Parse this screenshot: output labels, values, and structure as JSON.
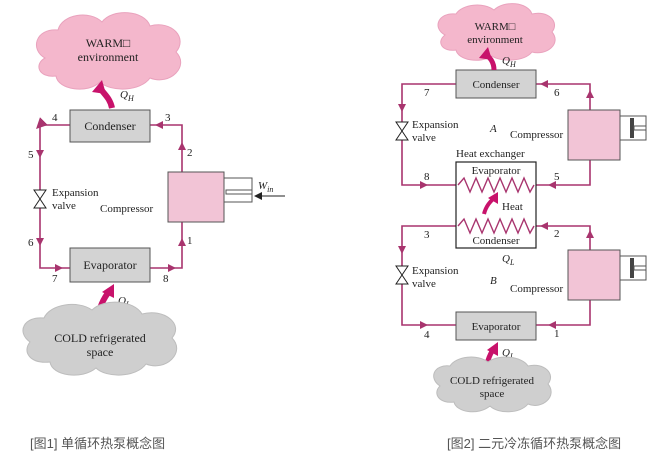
{
  "colors": {
    "pipe": "#a8346e",
    "box_fill": "#d3d3d3",
    "compressor_fill": "#f2c4d6",
    "warm_cloud": "#f4b7cc",
    "cold_cloud": "#cfcfcf",
    "heat_arrow": "#c8126b"
  },
  "fig1": {
    "warm_label_1": "WARM□",
    "warm_label_2": "environment",
    "qh": "Q",
    "qh_sub": "H",
    "condenser": "Condenser",
    "expansion_1": "Expansion",
    "expansion_2": "valve",
    "compressor": "Compressor",
    "win": "W",
    "win_sub": "in",
    "evaporator": "Evaporator",
    "ql": "Q",
    "ql_sub": "L",
    "cold_label_1": "COLD refrigerated",
    "cold_label_2": "space",
    "states": [
      "1",
      "2",
      "3",
      "4",
      "5",
      "6",
      "7",
      "8"
    ],
    "caption": "[图1] 单循环热泵概念图"
  },
  "fig2": {
    "warm_label_1": "WARM□",
    "warm_label_2": "environment",
    "qh": "Q",
    "qh_sub": "H",
    "condenser_top": "Condenser",
    "cycle_a": "A",
    "cycle_b": "B",
    "compressor_a": "Compressor",
    "compressor_b": "Compressor",
    "expansion_a_1": "Expansion",
    "expansion_a_2": "valve",
    "expansion_b_1": "Expansion",
    "expansion_b_2": "valve",
    "heat_exchanger": "Heat exchanger",
    "hx_evaporator": "Evaporator",
    "hx_heat": "Heat",
    "hx_condenser": "Condenser",
    "ql_mid": "Q",
    "ql_mid_sub": "L",
    "evaporator_bottom": "Evaporator",
    "ql": "Q",
    "ql_sub": "L",
    "cold_label_1": "COLD refrigerated",
    "cold_label_2": "space",
    "states": [
      "1",
      "2",
      "3",
      "4",
      "5",
      "6",
      "7",
      "8"
    ],
    "caption": "[图2] 二元冷冻循环热泵概念图"
  }
}
